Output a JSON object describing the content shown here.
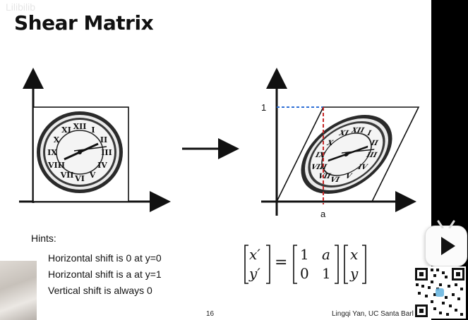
{
  "slide": {
    "title": "Shear Matrix",
    "watermark": "Lilibilib",
    "hints_title": "Hints:",
    "hints": [
      "Horizontal shift is 0 at y=0",
      "Horizontal shift is a at y=1",
      "Vertical shift is always 0"
    ],
    "right_label_one": "1",
    "right_label_a": "a",
    "page_number": "16",
    "credit": "Lingqi Yan, UC Santa Barl"
  },
  "matrix": {
    "lhs": [
      "x′",
      "y′"
    ],
    "eq": "=",
    "m": [
      [
        "1",
        "a"
      ],
      [
        "0",
        "1"
      ]
    ],
    "rhs": [
      "x",
      "y"
    ]
  },
  "colors": {
    "dashed_blue": "#2f6fd6",
    "dashed_red": "#c62828",
    "axis": "#111111",
    "right_bar": "#000000"
  },
  "icons": {
    "play": "play-icon",
    "qr": "qr-code-icon"
  }
}
